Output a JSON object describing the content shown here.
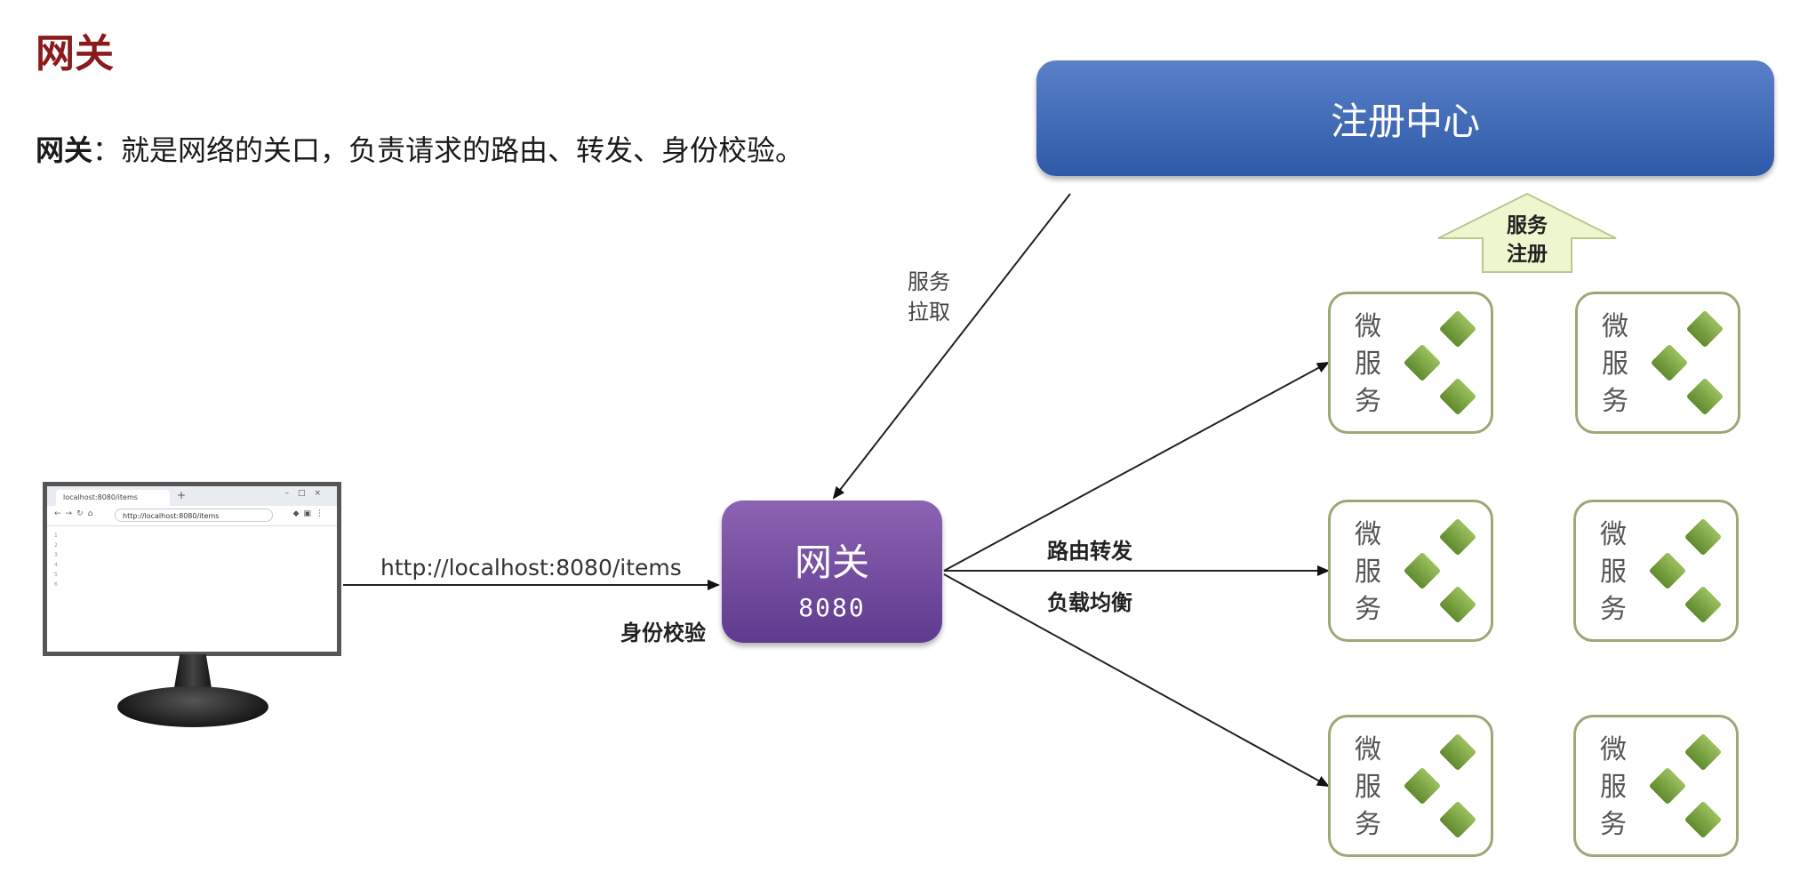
{
  "title": "网关",
  "definition": {
    "term": "网关",
    "text": "：就是网络的关口，负责请求的路由、转发、身份校验。"
  },
  "registry": {
    "label": "注册中心"
  },
  "gateway": {
    "name": "网关",
    "port": "8080"
  },
  "labels": {
    "service_pull": "服务\n拉取",
    "service_register": "服务\n注册",
    "url": "http://localhost:8080/items",
    "auth": "身份校验",
    "routing": "路由转发",
    "load_balance": "负载均衡"
  },
  "browser": {
    "tab_title": "localhost:8080/items",
    "address": "http://localhost:8080/items",
    "line_numbers": [
      "1",
      "2",
      "3",
      "4",
      "5",
      "6"
    ]
  },
  "microservice_label": "微服务",
  "colors": {
    "title": "#8b1a1a",
    "registry": "#3a66b4",
    "gateway": "#6e4a9e",
    "service_border": "#9aaa76",
    "diamond": "#7fa744",
    "register_arrow": "#eef6cf"
  }
}
